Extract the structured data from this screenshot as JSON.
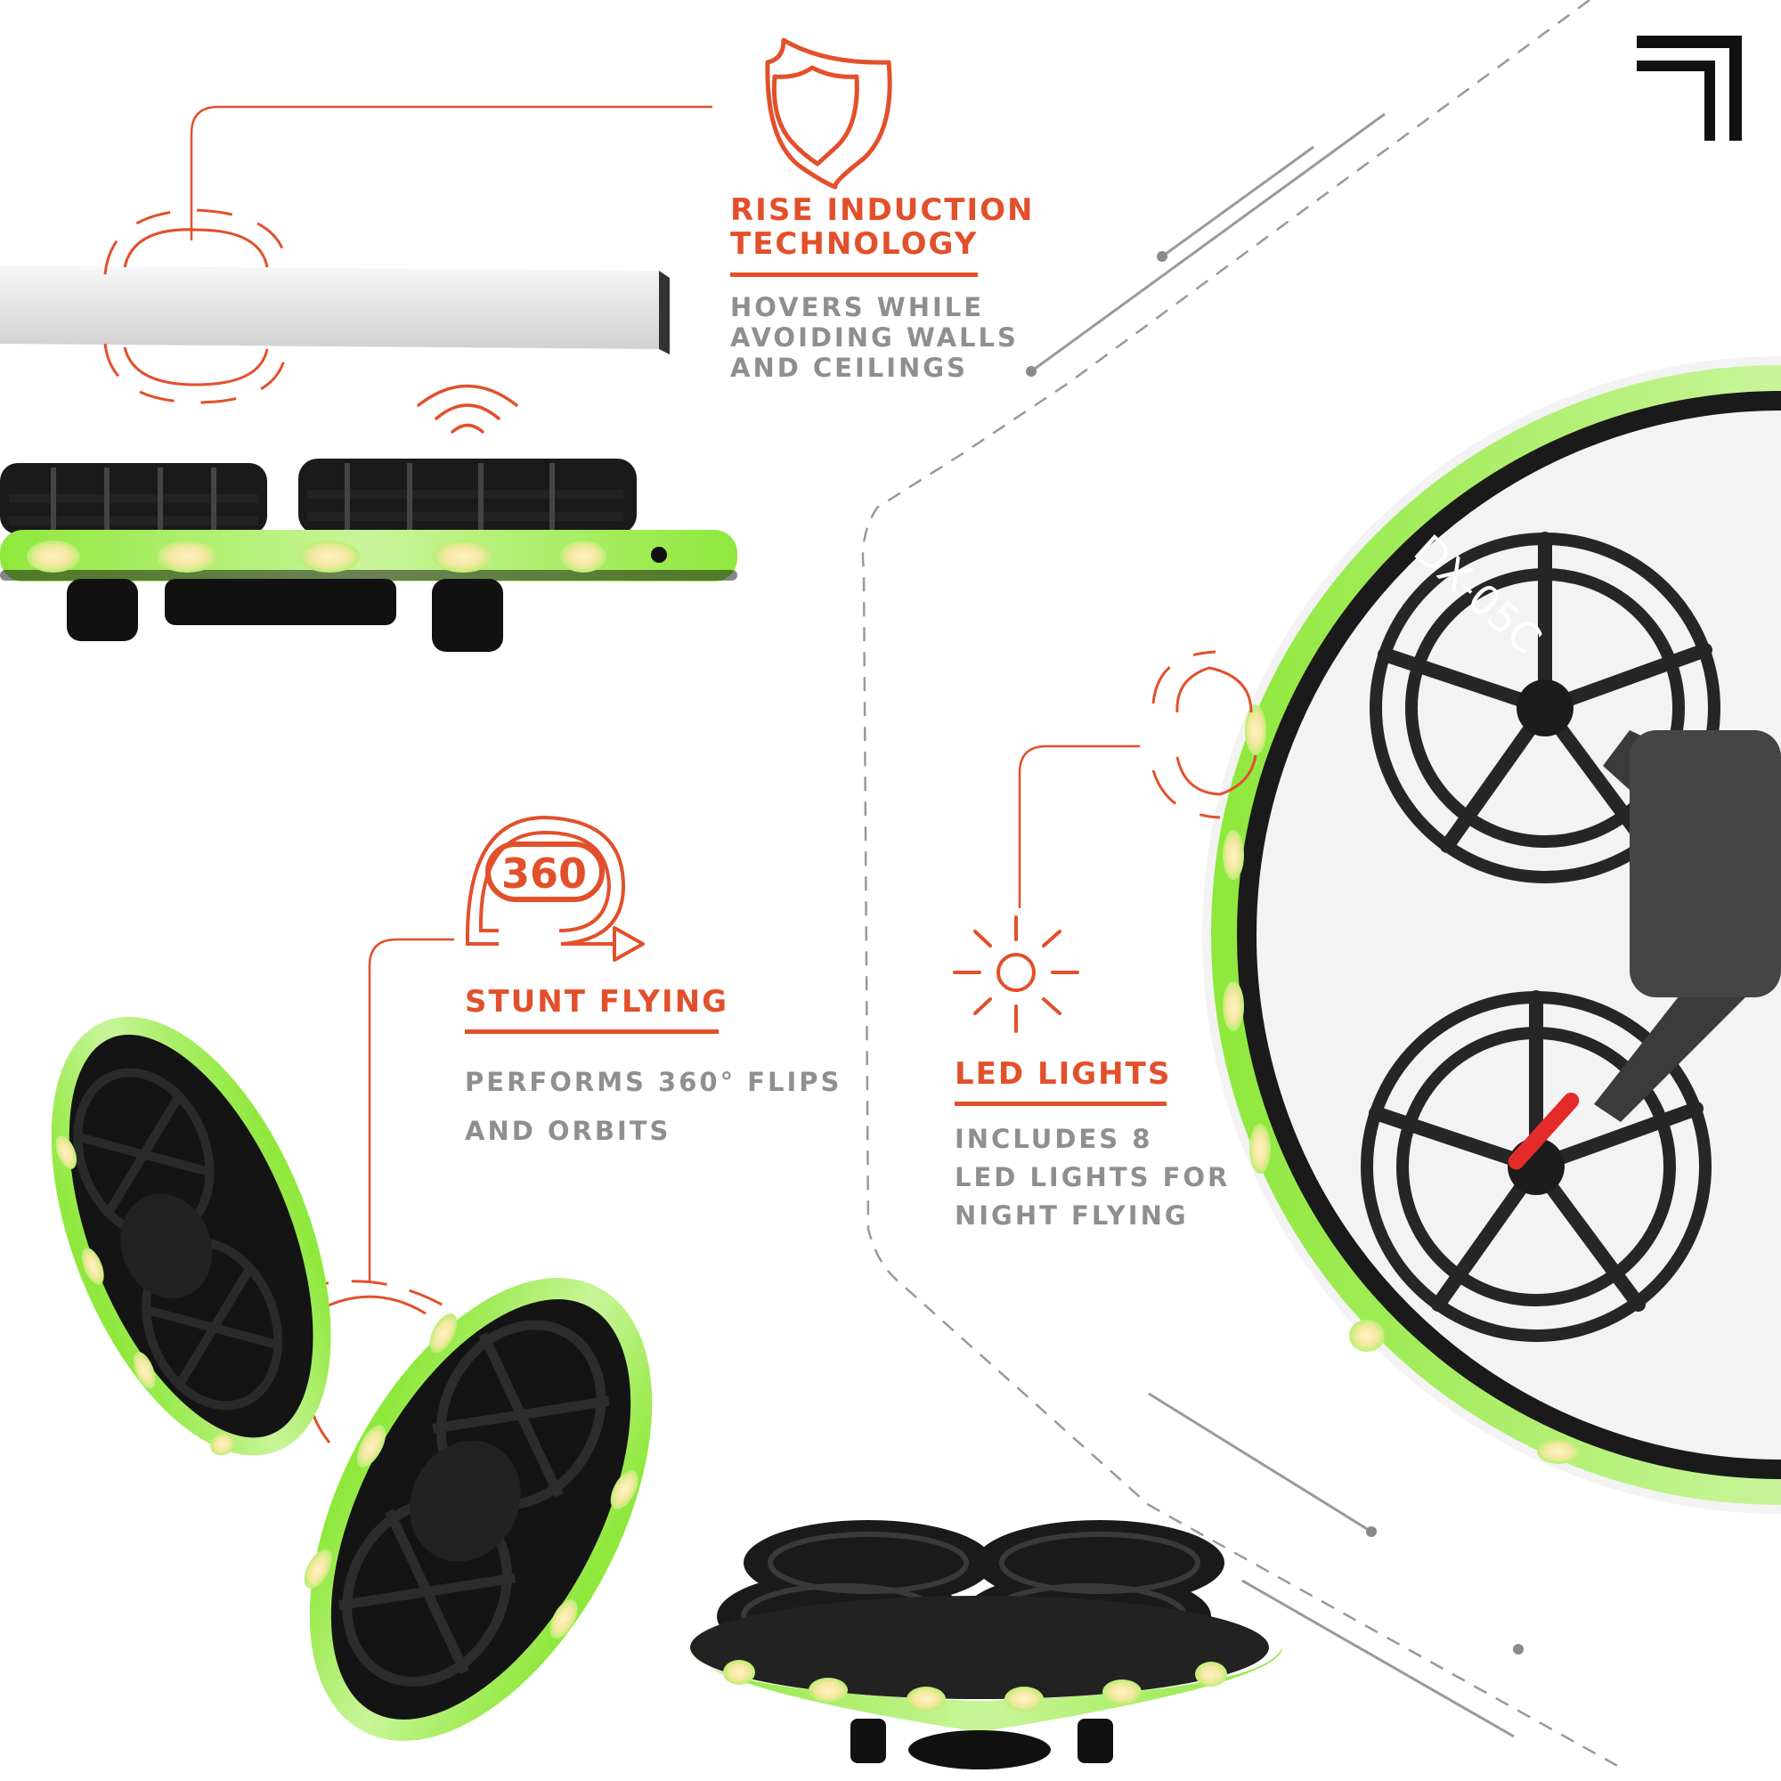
{
  "features": {
    "rise": {
      "title": "RISE INDUCTION\nTECHNOLOGY",
      "description": "HOVERS WHILE\nAVOIDING WALLS\nAND CEILINGS",
      "icon": "shield-icon"
    },
    "stunt": {
      "title": "STUNT FLYING",
      "description": "PERFORMS 360° FLIPS\nAND ORBITS",
      "icon": "360-rotation-icon",
      "badge": "360"
    },
    "led": {
      "title": "LED LIGHTS",
      "description": "INCLUDES 8\nLED LIGHTS FOR\nNIGHT FLYING",
      "icon": "sun-icon"
    }
  },
  "drone": {
    "model": "DX-05C",
    "led_color": "#9cf04a"
  },
  "brand": {
    "logo_icon": "corner-bracket-logo"
  },
  "colors": {
    "accent": "#e2502b",
    "text_gray": "#8f8f8f",
    "drone_body": "#161616",
    "led_glow": "#9cf04a"
  }
}
